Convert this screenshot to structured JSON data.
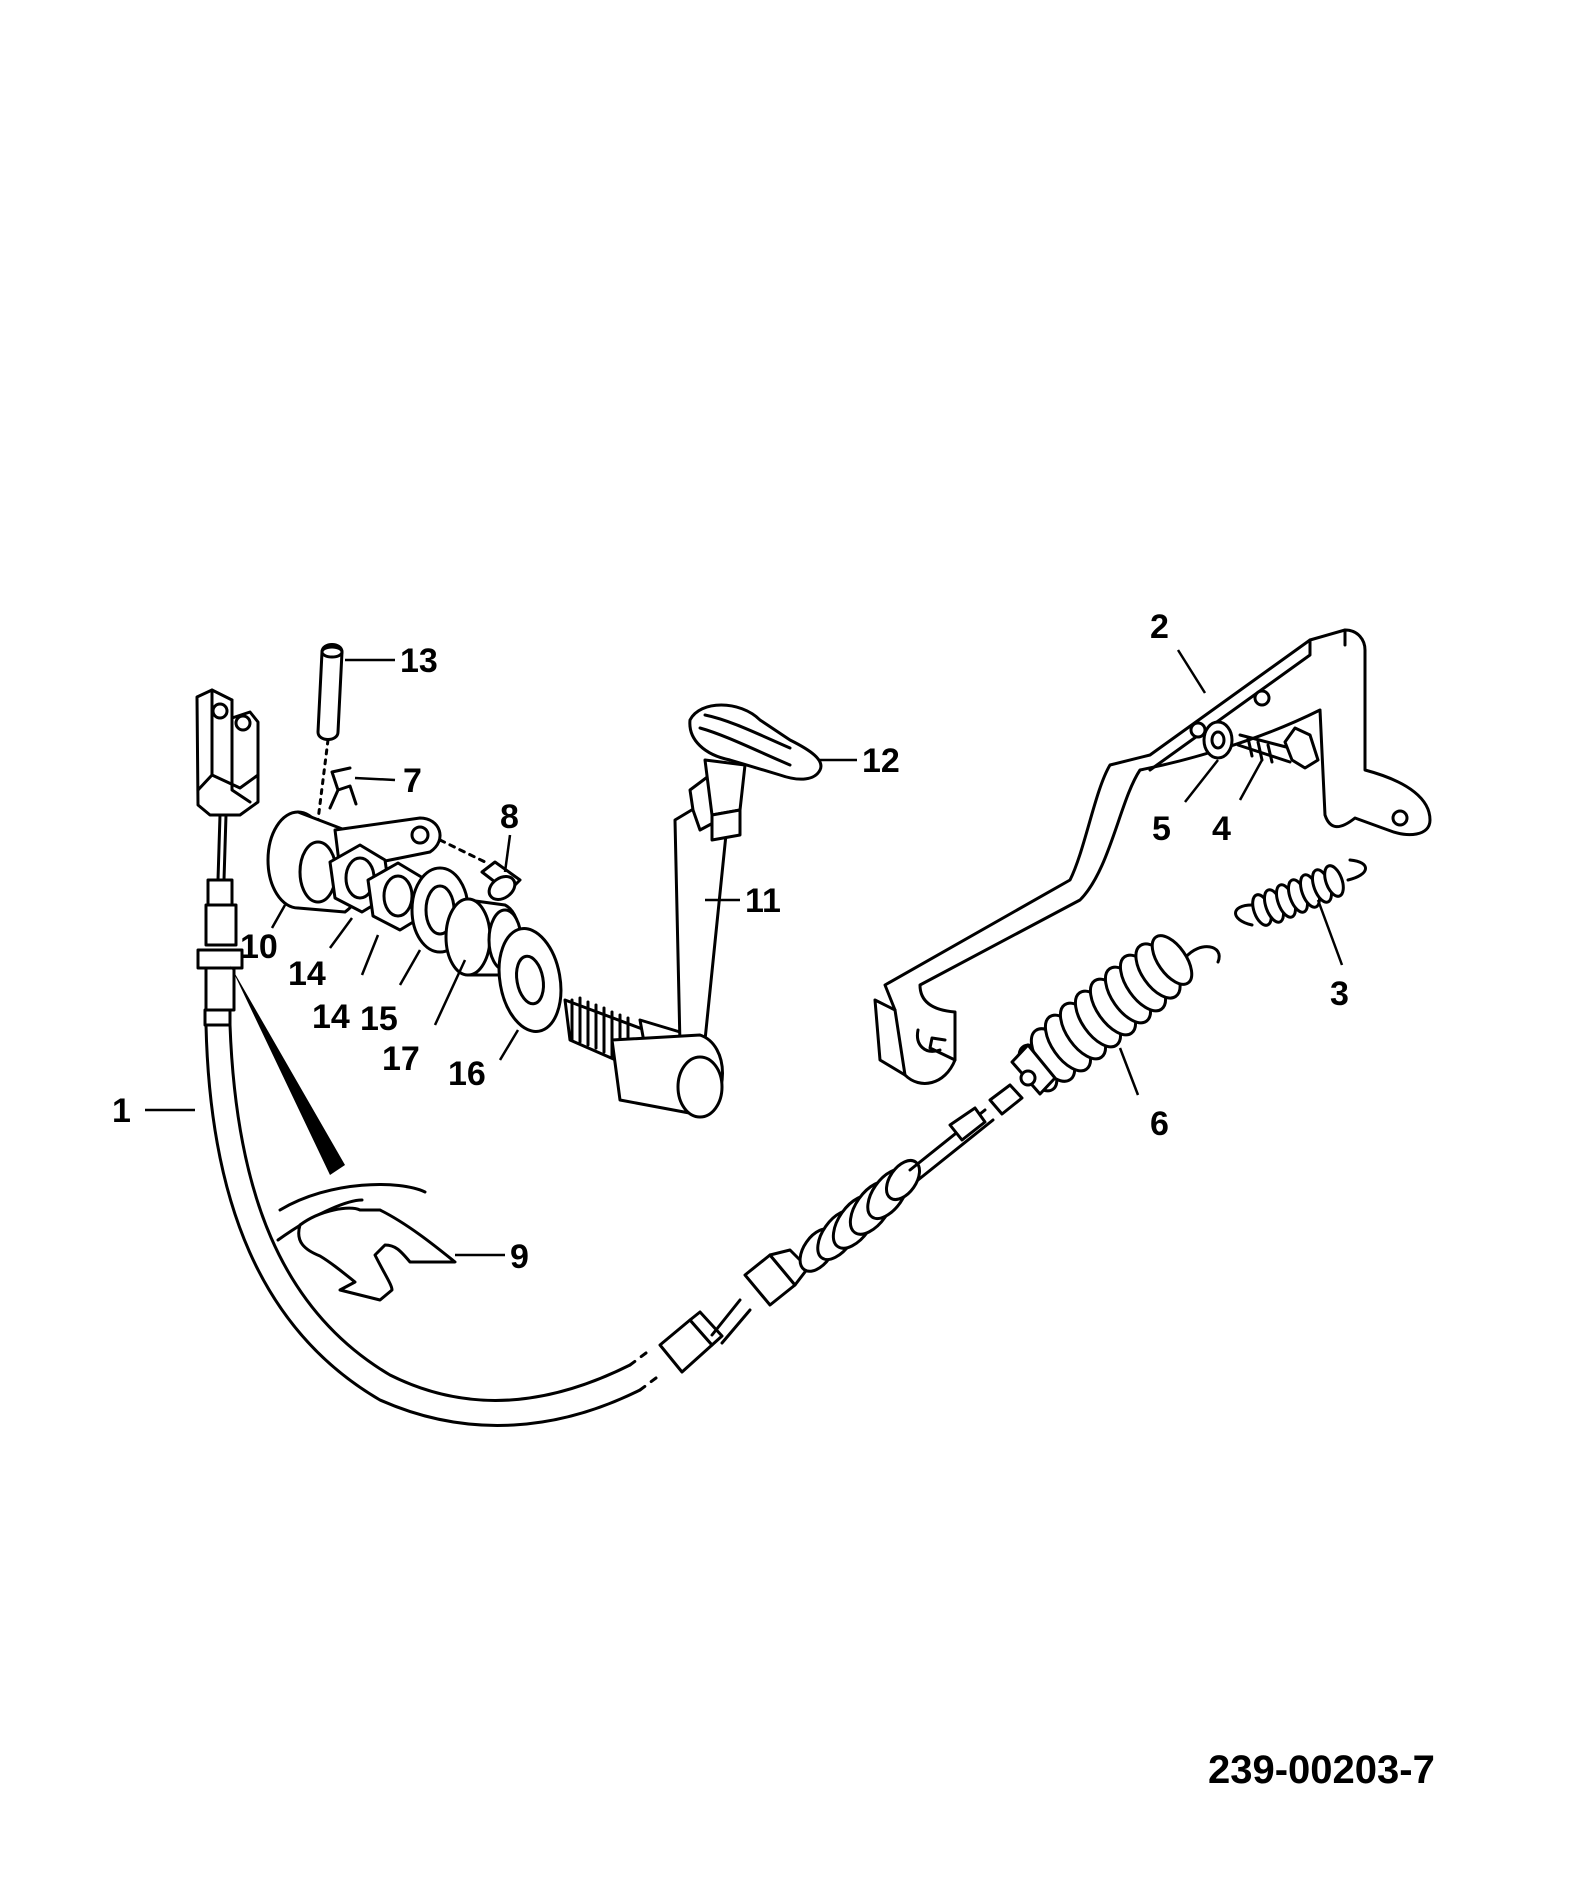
{
  "diagram": {
    "document_number": "239-00203-7",
    "callouts": [
      {
        "id": "c1",
        "label": "1"
      },
      {
        "id": "c2",
        "label": "2"
      },
      {
        "id": "c3",
        "label": "3"
      },
      {
        "id": "c4",
        "label": "4"
      },
      {
        "id": "c5",
        "label": "5"
      },
      {
        "id": "c6",
        "label": "6"
      },
      {
        "id": "c7",
        "label": "7"
      },
      {
        "id": "c8",
        "label": "8"
      },
      {
        "id": "c9",
        "label": "9"
      },
      {
        "id": "c10",
        "label": "10"
      },
      {
        "id": "c11",
        "label": "11"
      },
      {
        "id": "c12",
        "label": "12"
      },
      {
        "id": "c13",
        "label": "13"
      },
      {
        "id": "c14a",
        "label": "14"
      },
      {
        "id": "c14b",
        "label": "14"
      },
      {
        "id": "c15",
        "label": "15"
      },
      {
        "id": "c16",
        "label": "16"
      },
      {
        "id": "c17",
        "label": "17"
      }
    ]
  }
}
